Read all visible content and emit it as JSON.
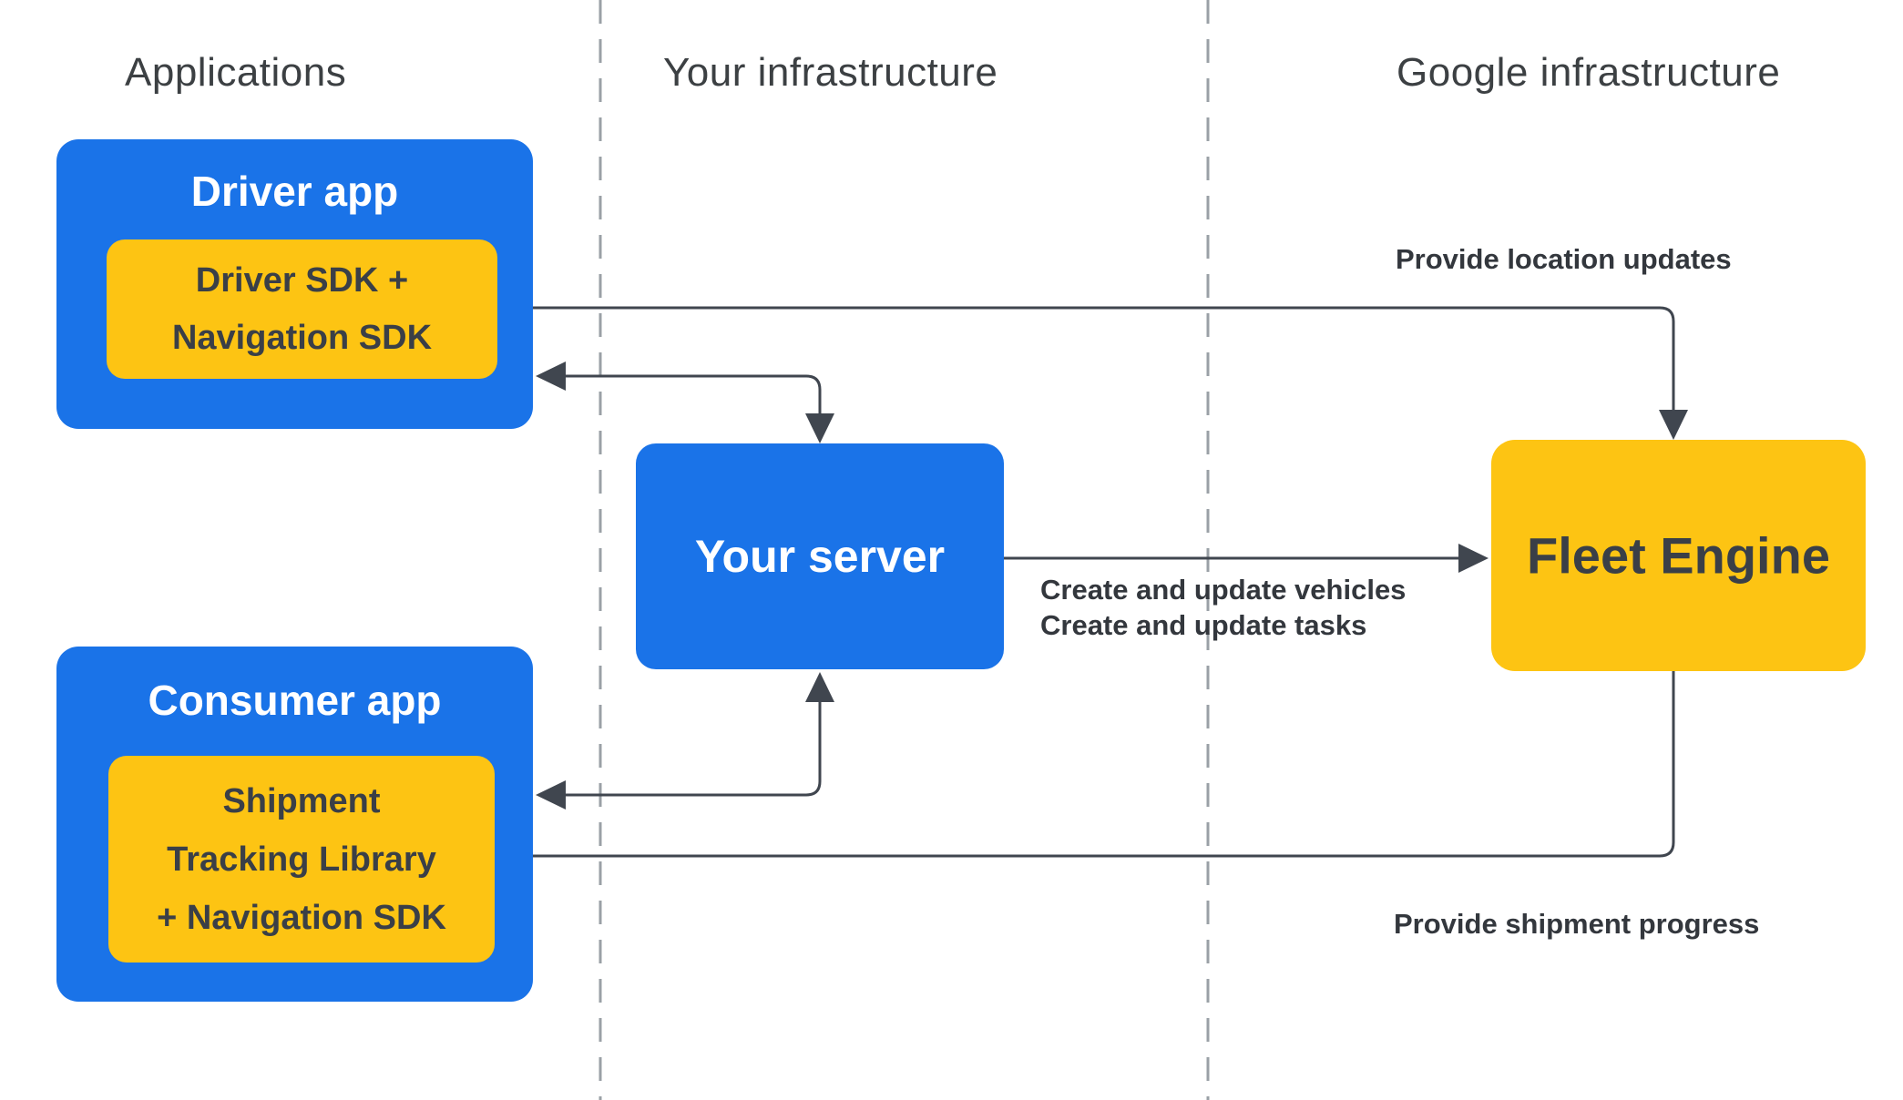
{
  "columns": [
    {
      "label": "Applications"
    },
    {
      "label": "Your infrastructure"
    },
    {
      "label": "Google infrastructure"
    }
  ],
  "nodes": {
    "driver_app": {
      "title": "Driver app",
      "sdk": "Driver SDK +\nNavigation SDK"
    },
    "consumer_app": {
      "title": "Consumer app",
      "sdk": "Shipment\nTracking Library\n+ Navigation SDK"
    },
    "your_server": {
      "title": "Your server"
    },
    "fleet_engine": {
      "title": "Fleet Engine"
    }
  },
  "edge_labels": {
    "location_updates": "Provide location updates",
    "create_update": "Create and update vehicles\nCreate and update tasks",
    "shipment_progress": "Provide shipment progress"
  },
  "colors": {
    "blue": "#1a73e8",
    "yellow": "#fdc413",
    "ink": "#3c4043",
    "label": "#33373d",
    "line": "#40464f",
    "dash": "#9aa0a6",
    "title": "#ffffff"
  }
}
